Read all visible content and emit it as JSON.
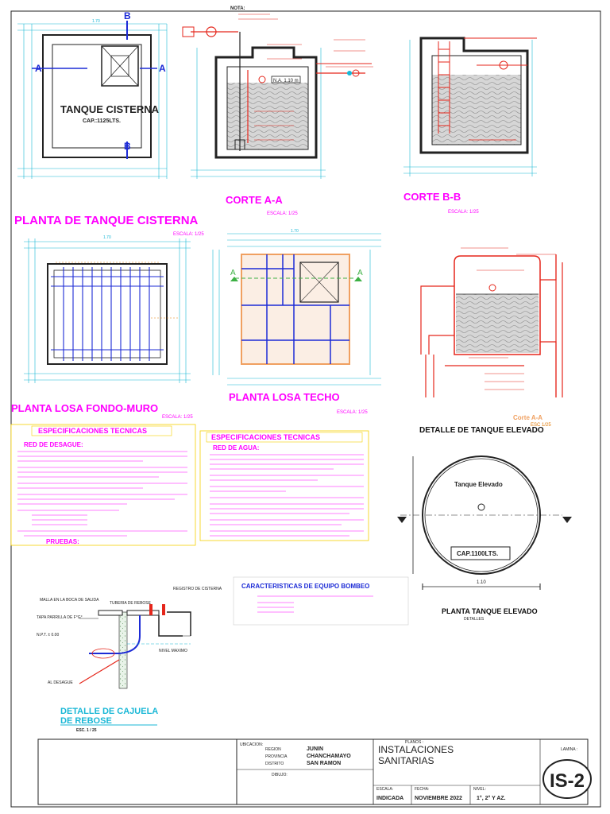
{
  "labels": {
    "section_a": "A",
    "section_b": "B",
    "tank_title": "TANQUE CISTERNA",
    "tank_capacity": "CAP.:1125LTS.",
    "corte_aa": "CORTE A-A",
    "corte_bb": "CORTE B-B",
    "escala_aa": "ESCALA: 1/25",
    "escala_bb": "ESCALA: 1/25",
    "planta_cisterna": "PLANTA DE TANQUE CISTERNA",
    "escala_cisterna": "ESCALA: 1/25",
    "planta_fondo": "PLANTA LOSA FONDO-MURO",
    "escala_fondo": "ESCALA: 1/25",
    "planta_techo": "PLANTA LOSA TECHO",
    "escala_techo": "ESCALA: 1/25",
    "corte_elevado": "Corte A-A",
    "escala_corte_elevado": "ESC 1/25",
    "detalle_tanque": "DETALLE DE TANQUE ELEVADO",
    "tanque_elevado": "Tanque Elevado",
    "cap_elevado": "CAP.1100LTS.",
    "dim_elevado": "1.10",
    "planta_elevado": "PLANTA TANQUE ELEVADO",
    "esc_elevado": "DETALLES",
    "nota": "NOTA:",
    "techo_a": "A",
    "techo_a2": "A",
    "water_level": "N.A. 1.10 m",
    "plan_dim_top": "1.70",
    "techo_dim_top": "1.70",
    "fondo_dim_top": "1.70"
  },
  "specs_left": {
    "title": "ESPECIFICACIONES TECNICAS",
    "red": "RED DE DESAGUE:",
    "pruebas": "PRUEBAS:"
  },
  "specs_right": {
    "title": "ESPECIFICACIONES TECNICAS",
    "red": "RED DE AGUA:"
  },
  "bombeo": {
    "title": "CARACTERISTICAS DE EQUIPO BOMBEO"
  },
  "cajuela": {
    "title1": "DETALLE DE CAJUELA",
    "title2": "DE REBOSE",
    "scale": "ESC. 1 / 25",
    "malla": "MALLA EN LA BOCA DE SALIDA",
    "tapa": "TAPA PARRILLA DE F°G°",
    "npt": "N.P.T. ± 0.00",
    "desague": "AL DESAGUE",
    "nivel": "NIVEL MAXIMO",
    "tuberia": "TUBERIA DE REBOSE",
    "registro": "REGISTRO DE CISTERNA"
  },
  "title_block": {
    "ubicacion_label": "UBICACION:",
    "region_label": "REGION",
    "region": "JUNIN",
    "provincia_label": "PROVINCIA",
    "provincia": "CHANCHAMAYO",
    "distrito_label": "DISTRITO",
    "distrito": "SAN RAMON",
    "dibujo_label": "DIBUJO:",
    "planos_label": "PLANOS :",
    "plano_line1": "INSTALACIONES",
    "plano_line2": "SANITARIAS",
    "escala_label": "ESCALA:",
    "escala": "INDICADA",
    "fecha_label": "FECHA:",
    "fecha": "NOVIEMBRE 2022",
    "nivel_label": "NIVEL:",
    "nivel": "1°, 2° Y AZ.",
    "lamina_label": "LAMINA :",
    "sheet": "IS-2"
  },
  "colors": {
    "magenta": "#ff00ff",
    "cyan": "#18b7d6",
    "red": "#e5261b",
    "blue": "#1c2bd6",
    "orange": "#f0a060",
    "water": "#c9c9c9"
  }
}
